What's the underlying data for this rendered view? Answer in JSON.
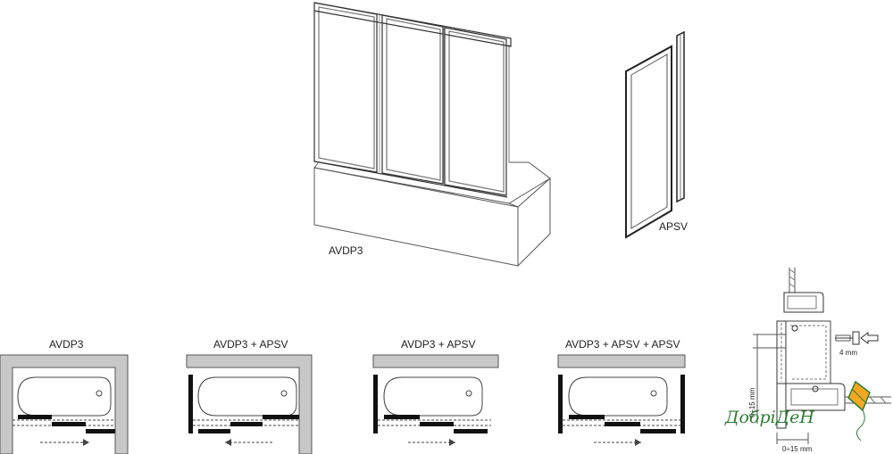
{
  "labels": {
    "avdp3_main": "AVDP3",
    "apsv_main": "APSV",
    "plan1": "AVDP3",
    "plan2": "AVDP3 + APSV",
    "plan3": "AVDP3 + APSV",
    "plan4": "AVDP3 + APSV + APSV"
  },
  "detail": {
    "dim_vertical": "0÷15 mm",
    "dim_bottom": "0÷15 mm",
    "dim_screw": "4 mm"
  },
  "logo": {
    "text": "ДобріДеН"
  },
  "colors": {
    "line": "#444444",
    "wall_fill": "#c8c8c8",
    "bar": "#111111",
    "logo_green": "#2e7d32",
    "logo_orange": "#f5a623"
  }
}
